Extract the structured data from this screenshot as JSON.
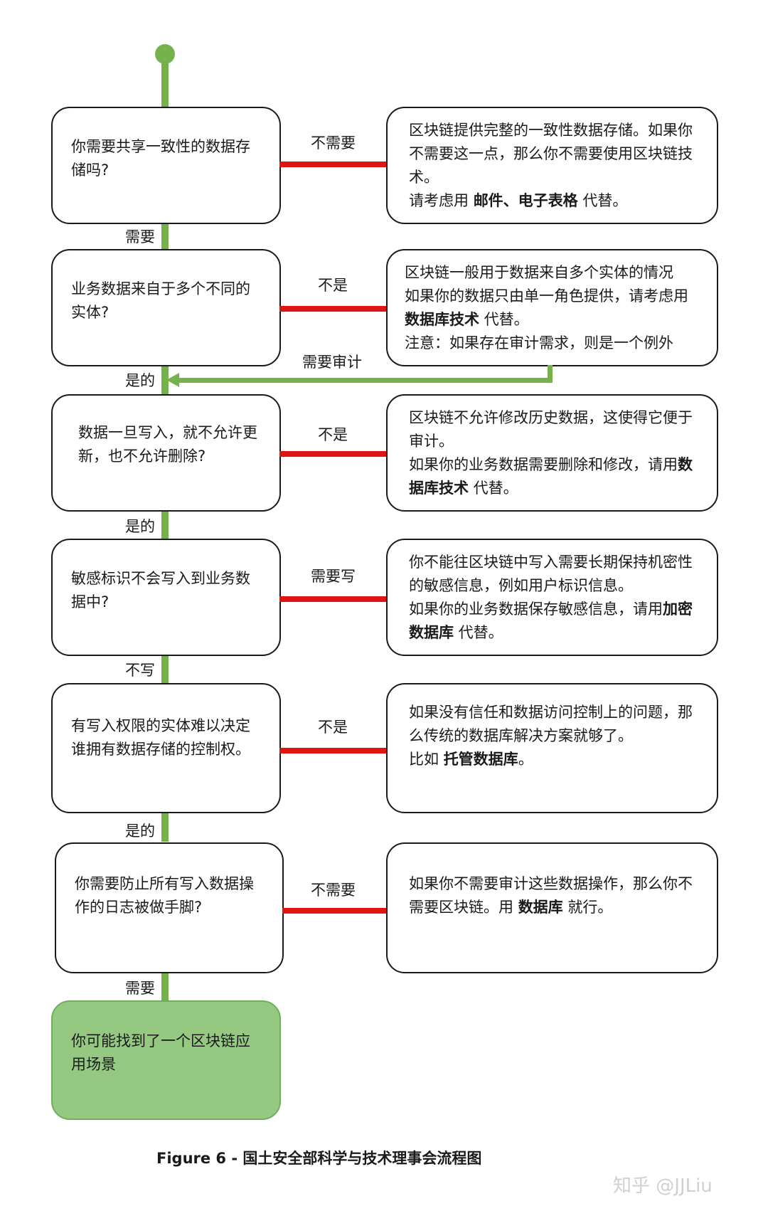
{
  "flow": {
    "q1": {
      "text": "你需要共享一致性的数据存储吗?",
      "no_label": "不需要",
      "yes_label": "需要",
      "answer": [
        "区块链提供完整的一致性数据存储。如果你不需要这一点，那么你不需要使用区块链技术。",
        "请考虑用 ",
        "邮件、电子表格",
        " 代替。"
      ]
    },
    "q2": {
      "text": "业务数据来自于多个不同的实体?",
      "no_label": "不是",
      "yes_label": "是的",
      "answer": [
        "区块链一般用于数据来自多个实体的情况",
        "如果你的数据只由单一角色提供，请考虑用 ",
        "数据库技术",
        " 代替。",
        "注意：如果存在审计需求，则是一个例外"
      ],
      "audit_label": "需要审计"
    },
    "q3": {
      "text": "数据一旦写入，就不允许更新，也不允许删除?",
      "no_label": "不是",
      "yes_label": "是的",
      "answer": [
        "区块链不允许修改历史数据，这使得它便于审计。",
        "如果你的业务数据需要删除和修改，请用",
        "数据库技术",
        " 代替。"
      ]
    },
    "q4": {
      "text": "敏感标识不会写入到业务数据中?",
      "no_label": "需要写",
      "yes_label": "不写",
      "answer": [
        "你不能往区块链中写入需要长期保持机密性的敏感信息，例如用户标识信息。",
        "如果你的业务数据保存敏感信息，请用",
        "加密数据库",
        " 代替。"
      ]
    },
    "q5": {
      "text": "有写入权限的实体难以决定谁拥有数据存储的控制权。",
      "no_label": "不是",
      "yes_label": "是的",
      "answer": [
        "如果没有信任和数据访问控制上的问题，那么传统的数据库解决方案就够了。",
        "比如 ",
        "托管数据库",
        "。"
      ]
    },
    "q6": {
      "text": "你需要防止所有写入数据操作的日志被做手脚?",
      "no_label": "不需要",
      "yes_label": "需要",
      "answer": [
        "如果你不需要审计这些数据操作，那么你不需要区块链。用 ",
        "数据库",
        " 就行。"
      ]
    },
    "final": {
      "text": "你可能找到了一个区块链应用场景"
    }
  },
  "caption": {
    "figure": "Figure 6 - ",
    "title": "国土安全部科学与技术理事会流程图"
  },
  "watermark": "知乎 @JJLiu",
  "colors": {
    "flow_green": "#75b24c",
    "no_red": "#e11414",
    "final_fill": "#95c982"
  }
}
